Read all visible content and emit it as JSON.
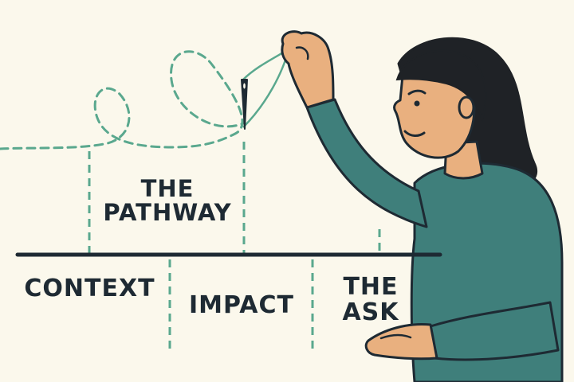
{
  "labels": {
    "pathway": {
      "line1": "THE",
      "line2": "PATHWAY"
    },
    "context": "CONTEXT",
    "impact": "IMPACT",
    "ask": {
      "line1": "THE",
      "line2": "ASK"
    }
  },
  "colors": {
    "background": "#fbf8ec",
    "ink": "#1e2a33",
    "thread": "#5aa88e",
    "sweater": "#3f7f7b",
    "skin": "#e9b07f",
    "hair": "#1f2226"
  }
}
